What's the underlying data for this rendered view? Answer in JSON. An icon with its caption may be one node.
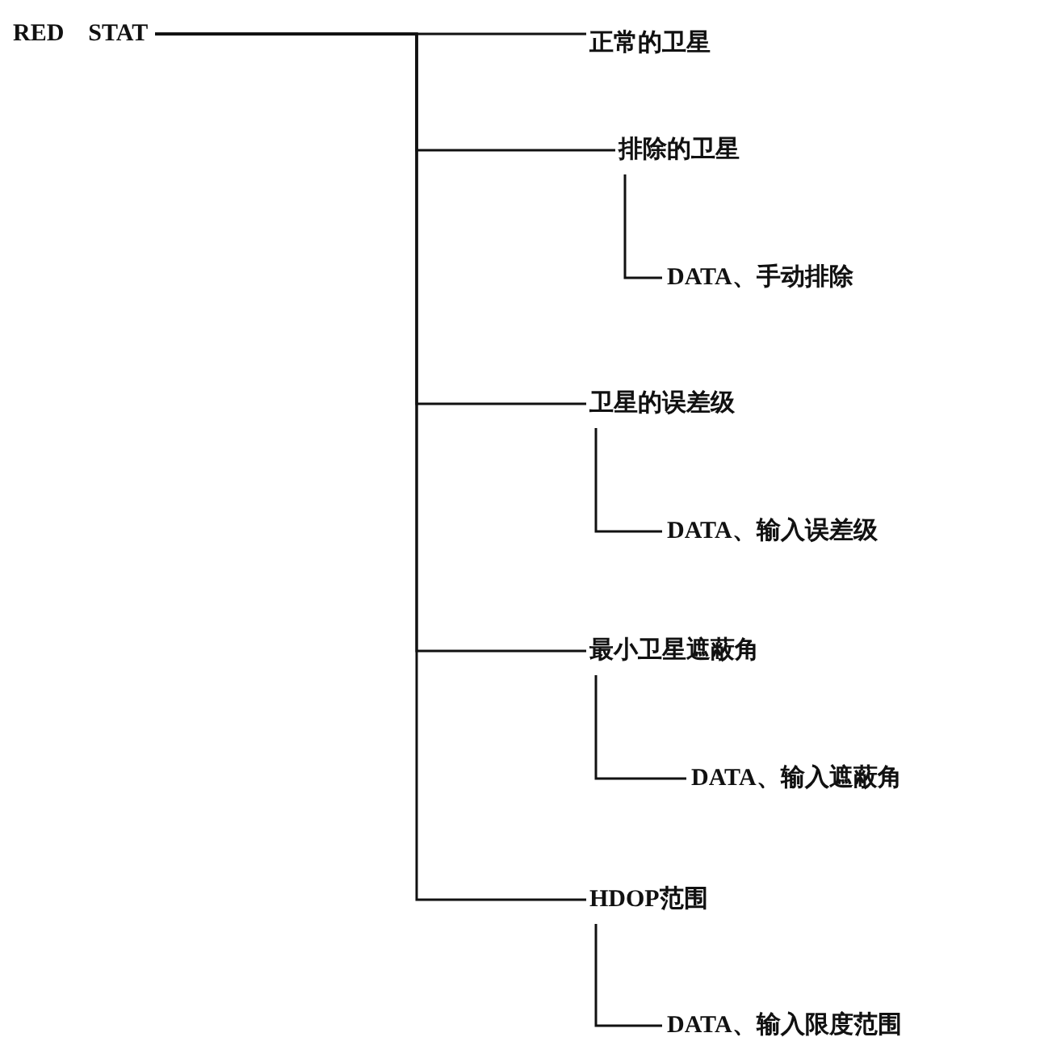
{
  "diagram": {
    "nodes": [
      {
        "text": [
          "RED　STAT"
        ]
      },
      {
        "text": [
          "正常的卫星"
        ]
      },
      {
        "text": [
          "排除的卫星"
        ]
      },
      {
        "text": [
          "DATA、手动排除"
        ]
      },
      {
        "text": [
          "卫星的误差级"
        ]
      },
      {
        "text": [
          "DATA、输入误差级"
        ]
      },
      {
        "text": [
          "最小卫星遮蔽角"
        ]
      },
      {
        "text": [
          "DATA、输入遮蔽角"
        ]
      },
      {
        "text": [
          "HDOP范围"
        ]
      },
      {
        "text": [
          "DATA、输入限度范围"
        ]
      }
    ],
    "edges": [
      {
        "from": 0,
        "to": 1,
        "arrow": "none"
      },
      {
        "from": 0,
        "to": 2,
        "arrow": "none"
      },
      {
        "from": 2,
        "to": 3,
        "arrow": "none"
      },
      {
        "from": 0,
        "to": 4,
        "arrow": "none"
      },
      {
        "from": 4,
        "to": 5,
        "arrow": "none"
      },
      {
        "from": 0,
        "to": 6,
        "arrow": "none"
      },
      {
        "from": 6,
        "to": 7,
        "arrow": "none"
      },
      {
        "from": 0,
        "to": 8,
        "arrow": "none"
      },
      {
        "from": 8,
        "to": 9,
        "arrow": "none"
      }
    ]
  }
}
